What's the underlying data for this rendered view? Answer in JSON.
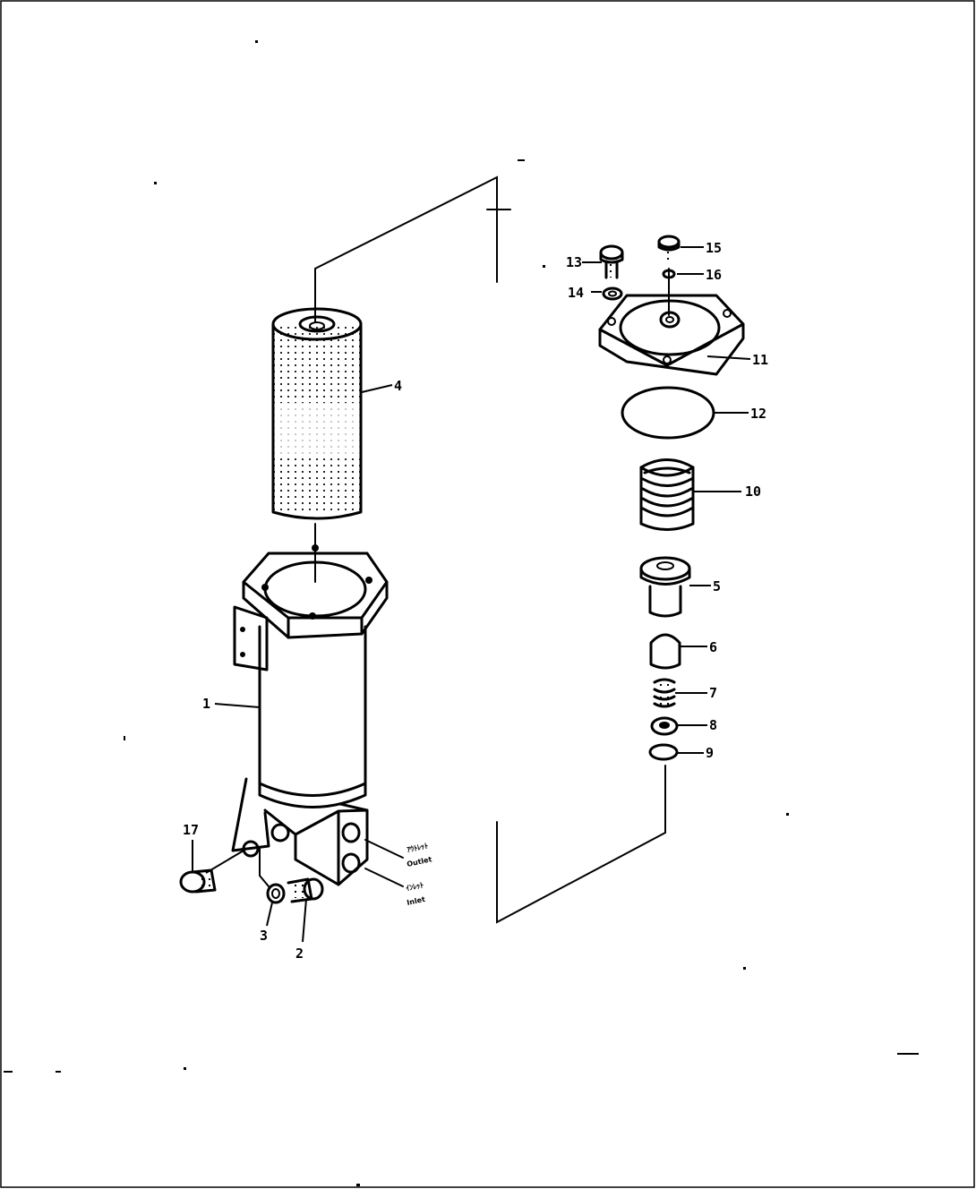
{
  "diagram": {
    "callouts": {
      "c1": "1",
      "c2": "2",
      "c3": "3",
      "c4": "4",
      "c5": "5",
      "c6": "6",
      "c7": "7",
      "c8": "8",
      "c9": "9",
      "c10": "10",
      "c11": "11",
      "c12": "12",
      "c13": "13",
      "c14": "14",
      "c15": "15",
      "c16": "16",
      "c17": "17"
    },
    "ports": {
      "outlet_jp": "ｱｳﾄﾚｯﾄ",
      "outlet_en": "Outlet",
      "inlet_jp": "ｲﾝﾚｯﾄ",
      "inlet_en": "Inlet"
    }
  }
}
